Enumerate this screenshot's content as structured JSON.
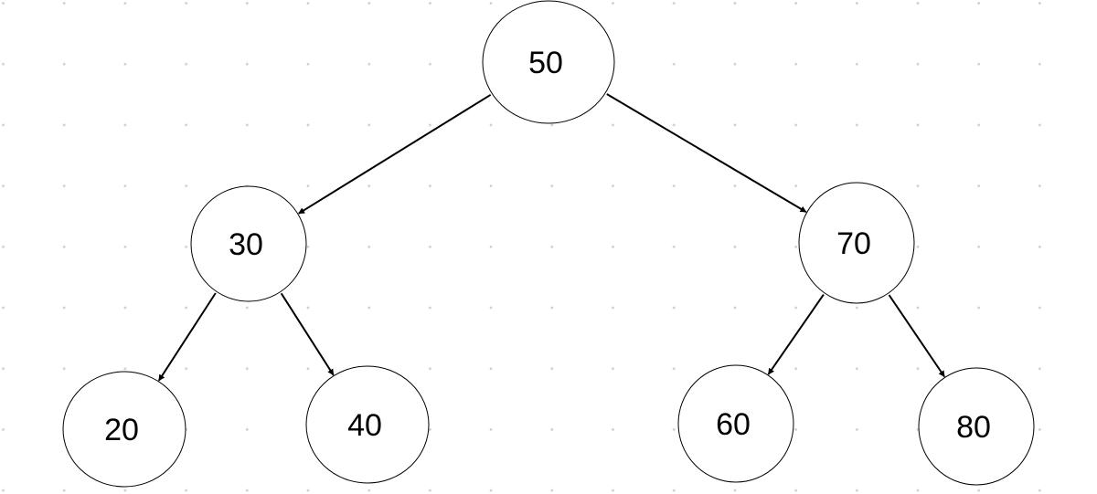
{
  "diagram": {
    "type": "binary-tree",
    "colors": {
      "background": "#ffffff",
      "grid_dot": "#cfcfcf",
      "stroke": "#000000",
      "text": "#000000"
    },
    "nodes": [
      {
        "id": "n50",
        "label": "50"
      },
      {
        "id": "n30",
        "label": "30"
      },
      {
        "id": "n70",
        "label": "70"
      },
      {
        "id": "n20",
        "label": "20"
      },
      {
        "id": "n40",
        "label": "40"
      },
      {
        "id": "n60",
        "label": "60"
      },
      {
        "id": "n80",
        "label": "80"
      }
    ],
    "edges": [
      {
        "from": "n50",
        "to": "n30"
      },
      {
        "from": "n50",
        "to": "n70"
      },
      {
        "from": "n30",
        "to": "n20"
      },
      {
        "from": "n30",
        "to": "n40"
      },
      {
        "from": "n70",
        "to": "n60"
      },
      {
        "from": "n70",
        "to": "n80"
      }
    ]
  }
}
